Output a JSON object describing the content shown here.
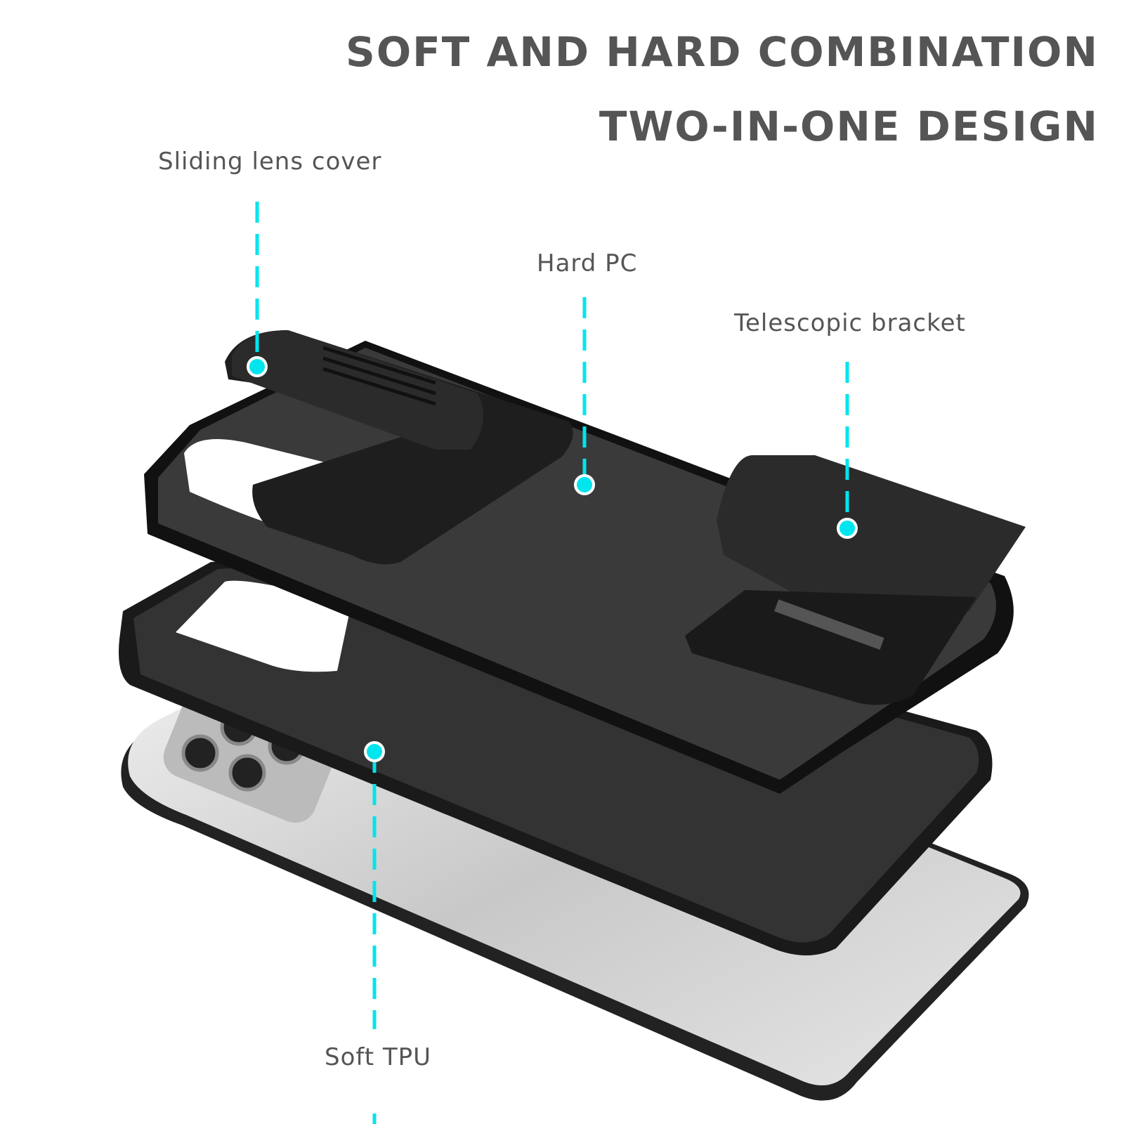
{
  "headline": {
    "line1": "SOFT AND HARD COMBINATION",
    "line2": "TWO-IN-ONE DESIGN"
  },
  "callouts": [
    {
      "label": "Sliding lens cover"
    },
    {
      "label": "Hard PC"
    },
    {
      "label": "Telescopic bracket"
    },
    {
      "label": "Soft TPU"
    }
  ],
  "colors": {
    "accent": "#00E5EE",
    "text": "#555555",
    "case": "#2a2a2a",
    "phone": "#cfcfcf"
  }
}
